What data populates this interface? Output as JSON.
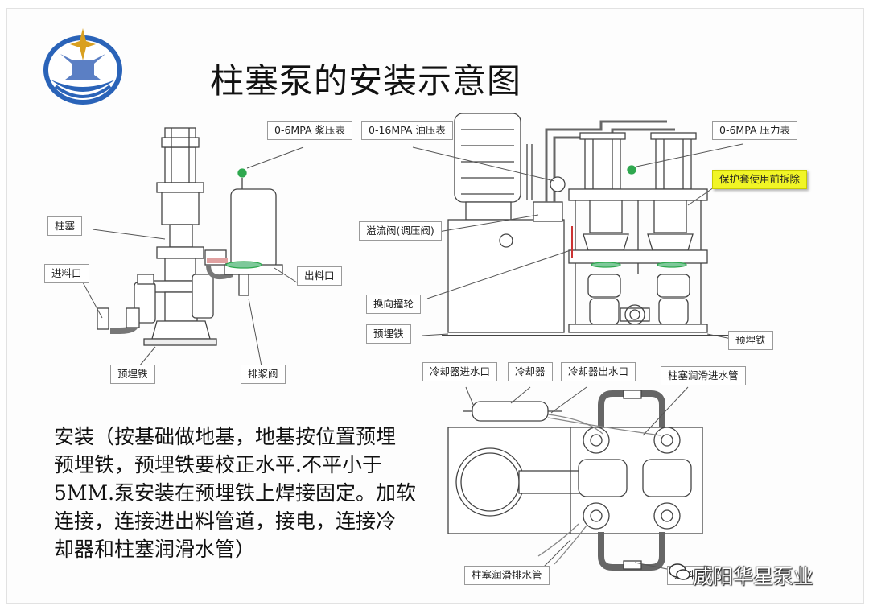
{
  "slide": {
    "title": "柱塞泵的安装示意图",
    "description_lines": [
      "安装（按基础做地基，地基按位置预埋",
      "预埋铁，预埋铁要校正水平.不平小于",
      "5MM.泵安装在预埋铁上焊接固定。加软",
      "连接，连接进出料管道，接电，连接冷",
      "却器和柱塞润滑水管）"
    ],
    "watermark": "咸阳华星泵业"
  },
  "left_diagram": {
    "labels": {
      "slurry_gauge": "0-6MPA 浆压表",
      "plunger": "柱塞",
      "inlet": "进料口",
      "outlet": "出料口",
      "embedded_iron": "预埋铁",
      "drain_valve": "排浆阀"
    }
  },
  "right_diagram": {
    "labels": {
      "oil_gauge": "0-16MPA 油压表",
      "pressure_gauge": "0-6MPA 压力表",
      "protective_cover": "保护套使用前拆除",
      "relief_valve": "溢流阀(调压阀)",
      "reversing_wheel": "换向撞轮",
      "embedded_iron_left": "预埋铁",
      "embedded_iron_right": "预埋铁"
    }
  },
  "bottom_diagram": {
    "labels": {
      "cooler_inlet": "冷却器进水口",
      "cooler": "冷却器",
      "cooler_outlet": "冷却器出水口",
      "lube_inlet": "柱塞润滑进水管",
      "lube_outlet": "柱塞润滑排水管",
      "feed": "进料口"
    }
  },
  "colors": {
    "logo_blue": "#2a63b8",
    "logo_gold": "#d9a020",
    "highlight_yellow": "#f1f526",
    "line_gray": "#555555",
    "gauge_green": "#2fa84f"
  }
}
